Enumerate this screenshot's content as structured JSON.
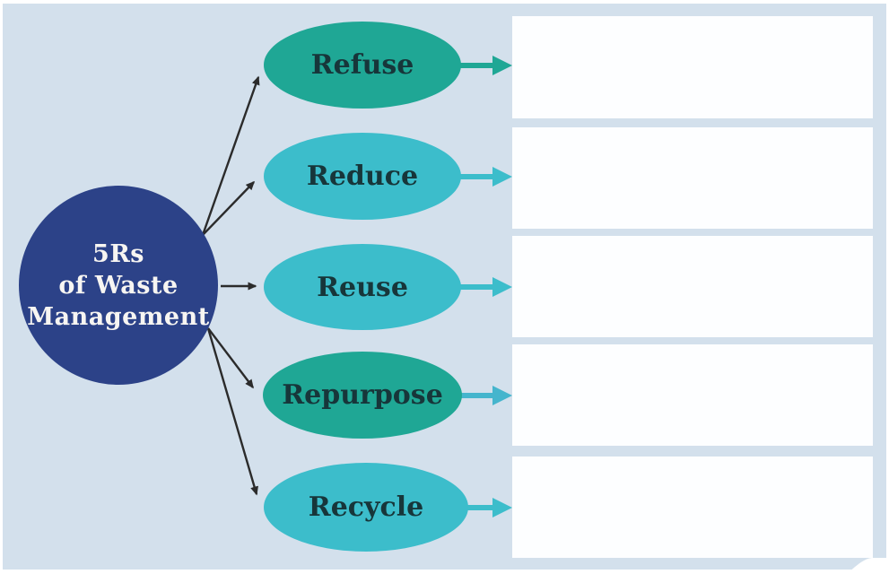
{
  "diagram": {
    "title": "5Rs of Waste Management concept map",
    "center_node": {
      "lines": [
        "5Rs",
        "of Waste",
        "Management"
      ],
      "fill": "#2c4288",
      "text_color": "#f7f5f2"
    },
    "nodes": [
      {
        "label": "Refuse",
        "fill": "#1fa795",
        "arrow_color": "#1fa795"
      },
      {
        "label": "Reduce",
        "fill": "#3cbdcb",
        "arrow_color": "#3cbdcb"
      },
      {
        "label": "Reuse",
        "fill": "#3cbdcb",
        "arrow_color": "#3cbdcb"
      },
      {
        "label": "Repurpose",
        "fill": "#1fa795",
        "arrow_color": "#45b5cd"
      },
      {
        "label": "Recycle",
        "fill": "#3cbdcb",
        "arrow_color": "#3cbdcb"
      }
    ],
    "answer_boxes": [
      "",
      "",
      "",
      "",
      ""
    ],
    "colors": {
      "page_background": "#ffffff",
      "canvas_background": "#d3e0ec",
      "connector_color": "#2b2b2b",
      "node_label_color": "#17363a",
      "answer_box_fill": "#fdfeff"
    }
  }
}
